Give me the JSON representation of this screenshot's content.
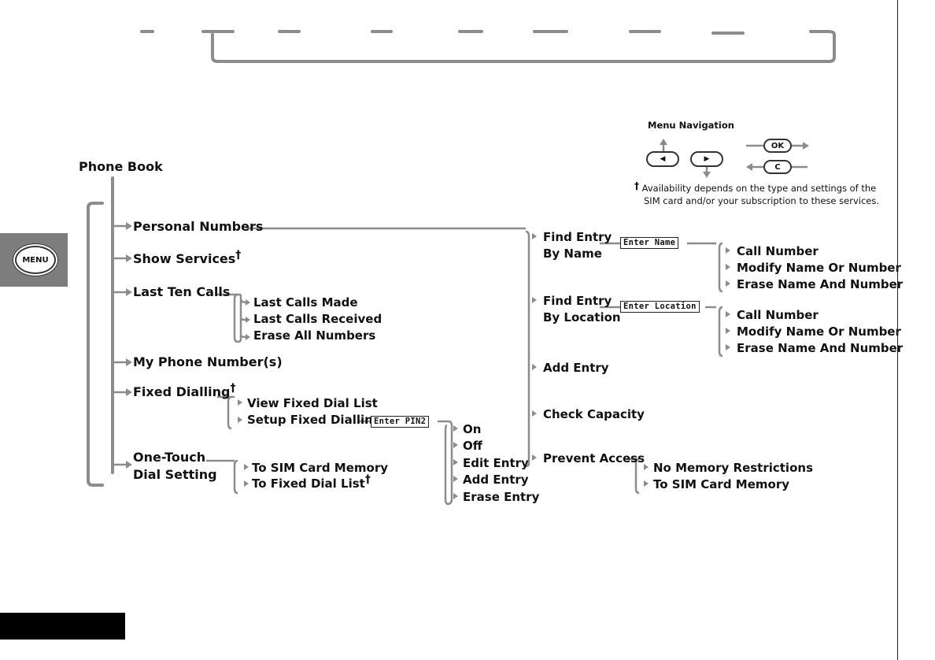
{
  "root": "Phone Book",
  "dagger": "†",
  "level1": {
    "personal_numbers": "Personal Numbers",
    "show_services": "Show Services",
    "last_ten_calls": "Last Ten Calls",
    "my_phone_numbers": "My Phone Number(s)",
    "fixed_dialling": "Fixed Dialling",
    "one_touch_1": "One-Touch",
    "one_touch_2": "Dial Setting"
  },
  "last_ten_calls_items": [
    "Last Calls Made",
    "Last Calls Received",
    "Erase All Numbers"
  ],
  "fixed_dialling_items": [
    "View Fixed Dial List",
    "Setup Fixed Dialling"
  ],
  "one_touch_items": [
    "To SIM Card Memory",
    "To Fixed Dial List"
  ],
  "pin2_prompt": "Enter PIN2",
  "pin2_items": [
    "On",
    "Off",
    "Edit Entry",
    "Add Entry",
    "Erase Entry"
  ],
  "personal_items": {
    "find_by_name_1": "Find Entry",
    "find_by_name_2": "By Name",
    "find_by_location_1": "Find Entry",
    "find_by_location_2": "By Location",
    "add_entry": "Add Entry",
    "check_capacity": "Check Capacity",
    "prevent_access": "Prevent Access"
  },
  "name_prompt": "Enter Name",
  "location_prompt": "Enter Location",
  "find_by_name_items": [
    "Call Number",
    "Modify Name Or Number",
    "Erase Name And Number"
  ],
  "find_by_location_items": [
    "Call Number",
    "Modify Name Or Number",
    "Erase Name And Number"
  ],
  "prevent_access_items": [
    "No Memory Restrictions",
    "To SIM Card Memory"
  ],
  "legend": {
    "title": "Menu Navigation",
    "ok_label": "OK",
    "c_label": "C",
    "footnote_1": "Availability depends on the type and settings of the",
    "footnote_2": "SIM card and/or your subscription to these services."
  },
  "menu_button": "MENU",
  "colors": {
    "line": "#8c8c8c",
    "tab": "#7d7d7d"
  }
}
